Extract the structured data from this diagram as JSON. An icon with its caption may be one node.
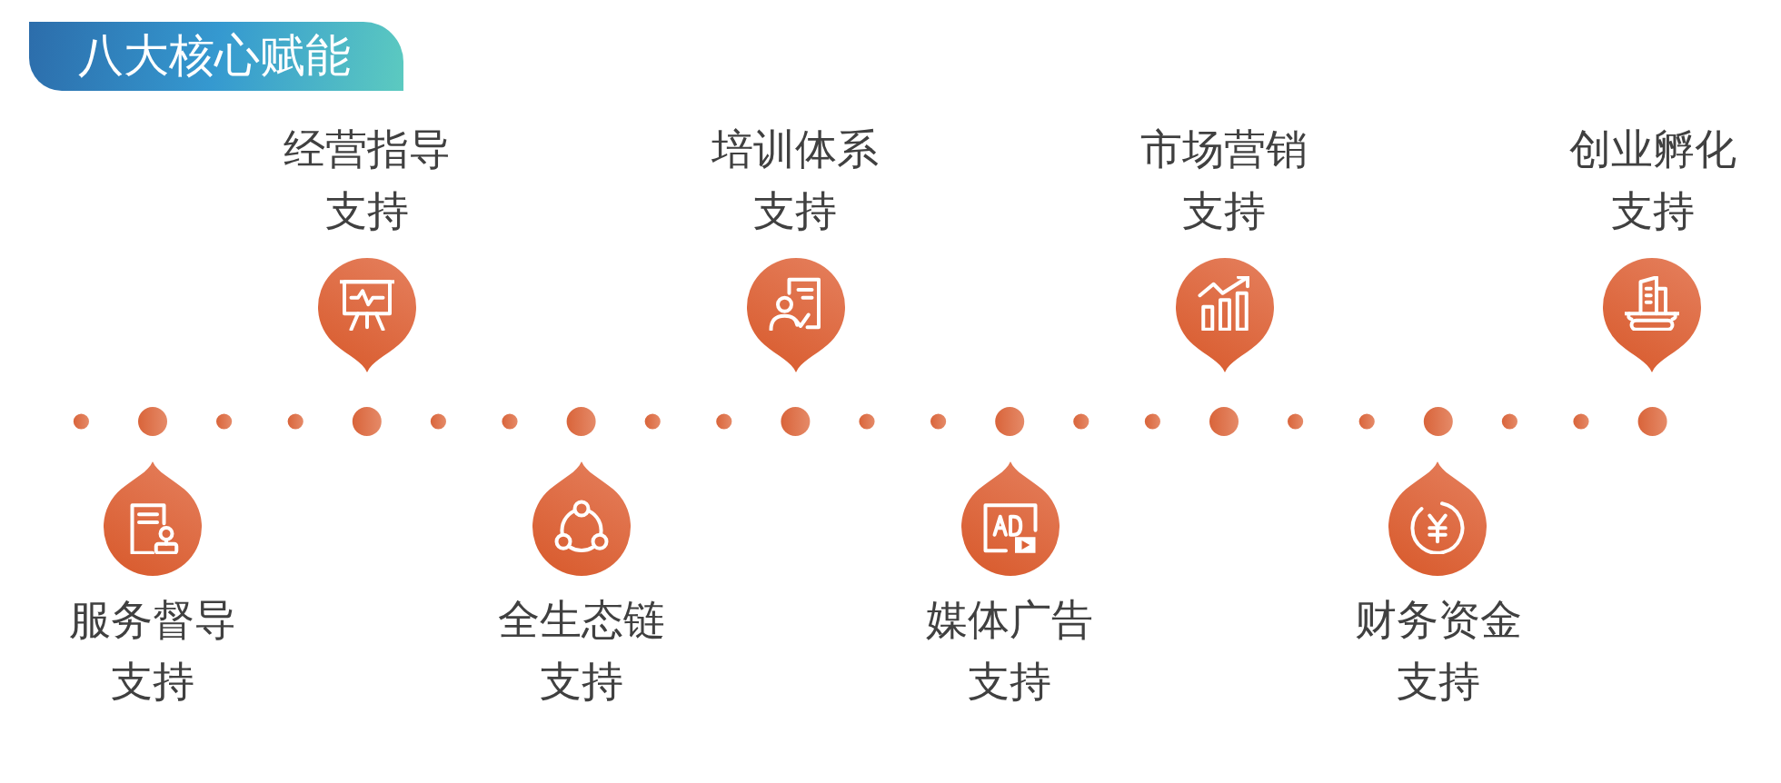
{
  "diagram": {
    "title": "八大核心赋能",
    "nodes": [
      {
        "text": [
          "服务督导支持"
        ]
      },
      {
        "text": [
          "经营指导支持"
        ]
      },
      {
        "text": [
          "全生态链支持"
        ]
      },
      {
        "text": [
          "培训体系支持"
        ]
      },
      {
        "text": [
          "媒体广告支持"
        ]
      },
      {
        "text": [
          "市场营销支持"
        ]
      },
      {
        "text": [
          "财务资金支持"
        ]
      },
      {
        "text": [
          "创业孵化支持"
        ]
      }
    ]
  }
}
